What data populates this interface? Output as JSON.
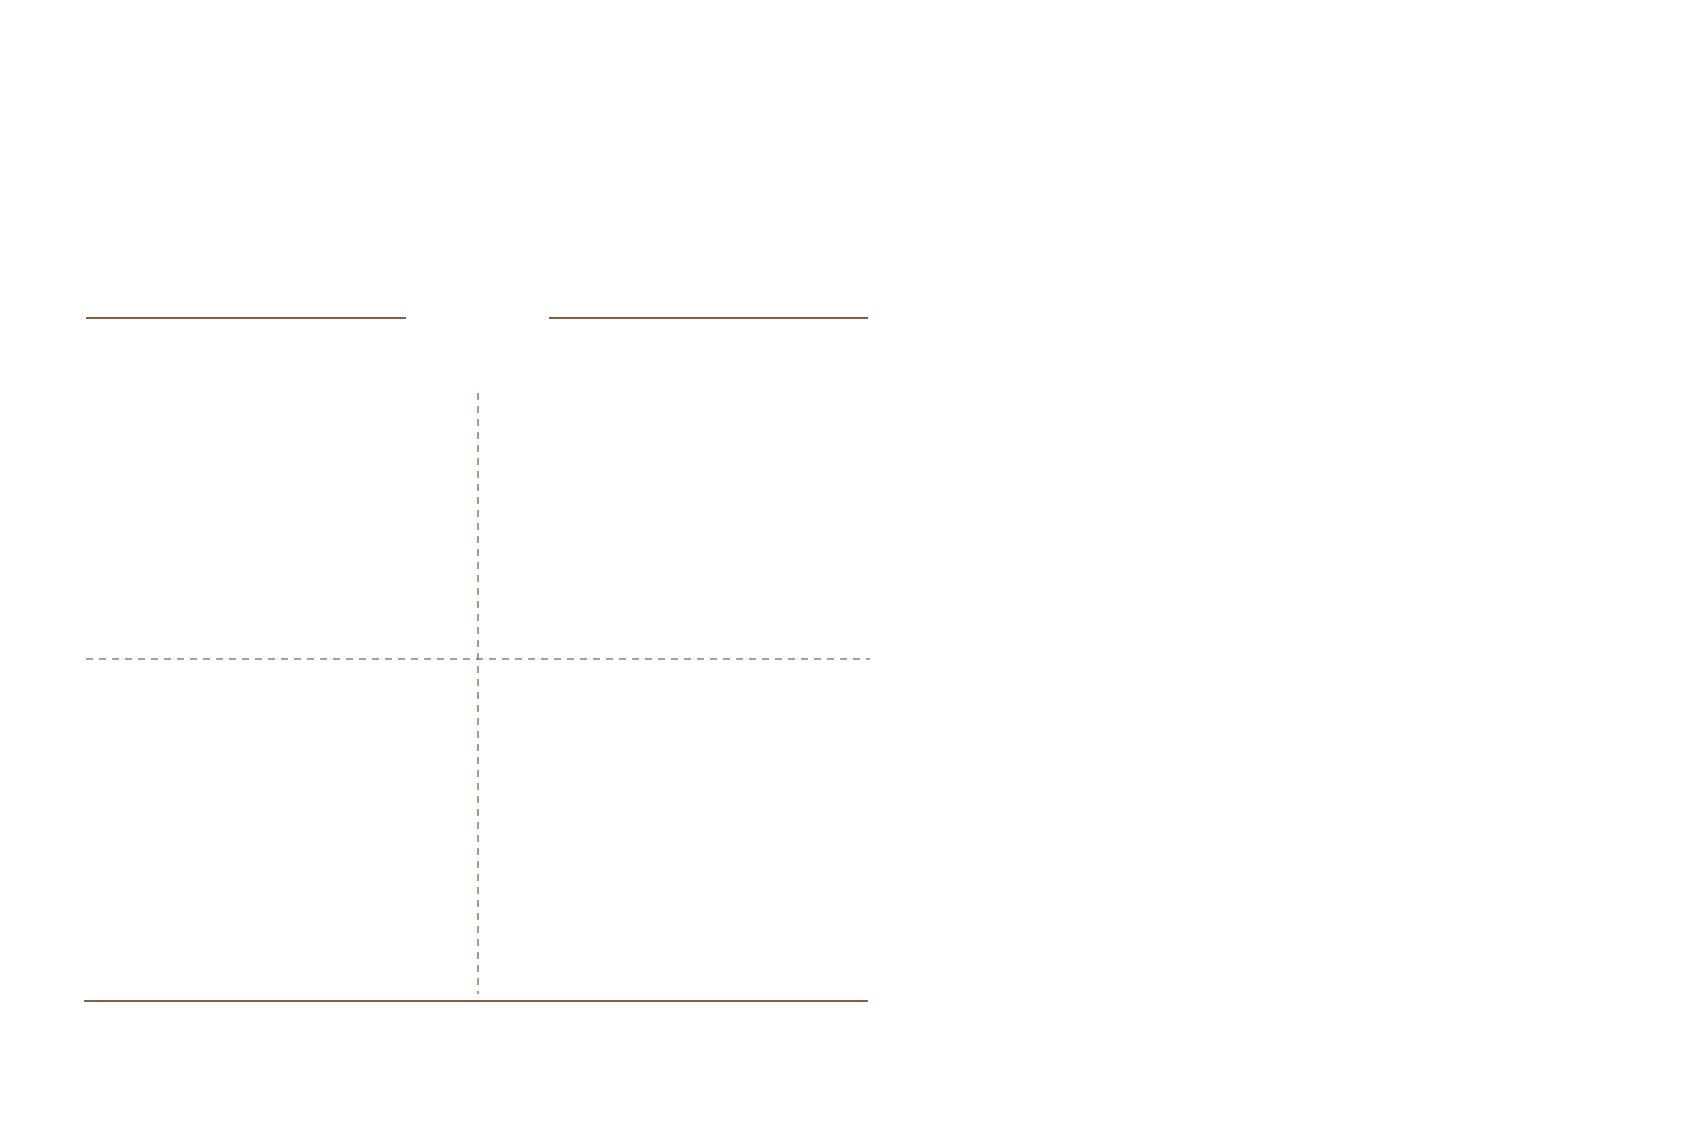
{
  "colors": {
    "line": "#7f6148",
    "background": "#ffffff"
  },
  "chart_data": {
    "type": "scatter",
    "title": "",
    "xlabel": "",
    "ylabel": "",
    "series": [],
    "grid": false,
    "reference_lines": [
      "vertical-dashed-center",
      "horizontal-dashed-center"
    ]
  }
}
